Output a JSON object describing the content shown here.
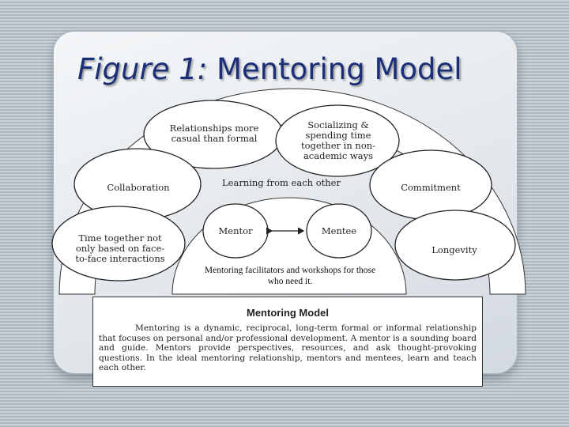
{
  "slide": {
    "title_italic": "Figure 1:",
    "title_rest": " Mentoring Model"
  },
  "diagram": {
    "ovals": {
      "relationships": "Relationships more casual than formal",
      "socializing": "Socializing & spending time together in non-academic ways",
      "collaboration": "Collaboration",
      "commitment": "Commitment",
      "time_together": "Time together not only based on face-to-face interactions",
      "longevity": "Longevity",
      "mentor": "Mentor",
      "mentee": "Mentee"
    },
    "learning_label": "Learning from each other",
    "facilitators_note": "Mentoring facilitators and workshops for those who need it."
  },
  "definition": {
    "heading": "Mentoring Model",
    "body": "Mentoring is a dynamic, reciprocal, long-term formal or informal relationship that focuses on personal and/or professional development. A mentor is a sounding board and guide. Mentors provide perspectives, resources, and ask thought-provoking questions. In the ideal mentoring relationship, mentors and mentees, learn and teach each other."
  }
}
